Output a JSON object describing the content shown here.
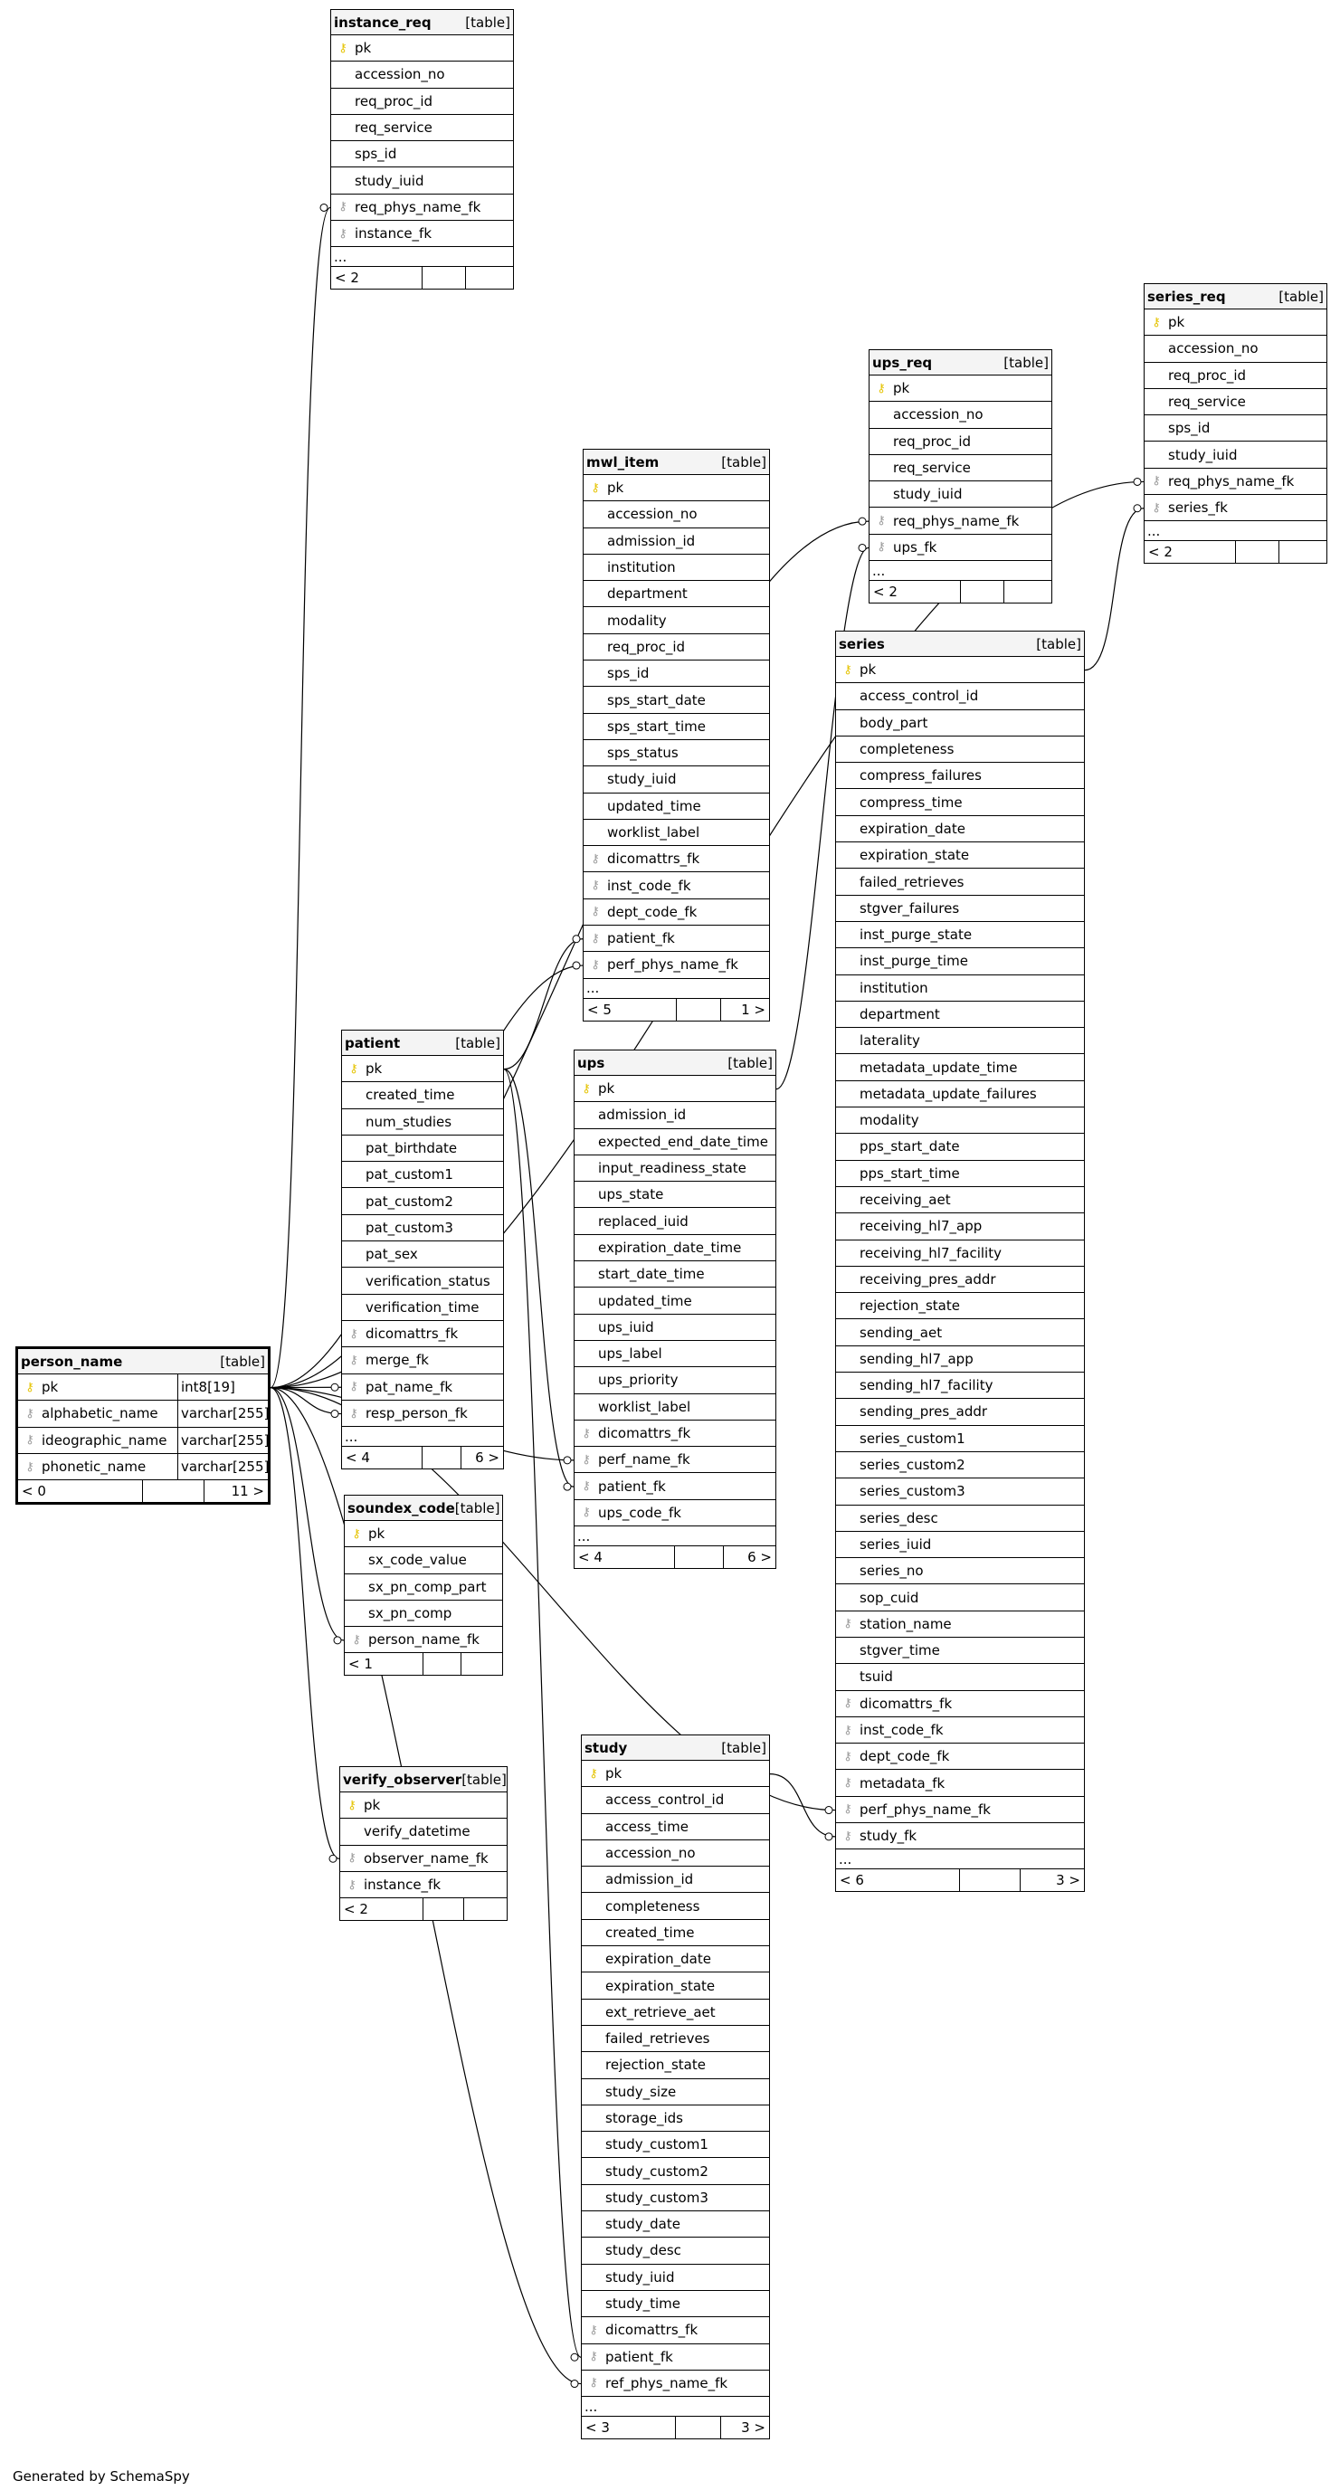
{
  "footer": "Generated by SchemaSpy",
  "type_label": "[table]",
  "icons": {
    "primary_key": "key-icon",
    "foreign_key": "foreign-key-icon"
  },
  "colors": {
    "key": "#e5c300",
    "foreign_key": "#9a9a9a",
    "header_bg": "#f4f4f4"
  },
  "tables": [
    {
      "id": "instance_req",
      "name": "instance_req",
      "rows": [
        [
          "pk",
          "pk"
        ],
        [
          "accession_no",
          ""
        ],
        [
          "req_proc_id",
          ""
        ],
        [
          "req_service",
          ""
        ],
        [
          "sps_id",
          ""
        ],
        [
          "study_iuid",
          ""
        ],
        [
          "req_phys_name_fk",
          "fk"
        ],
        [
          "instance_fk",
          "fk"
        ]
      ],
      "ellipsis": "...",
      "foot": [
        "< 2",
        "",
        ""
      ]
    },
    {
      "id": "series_req",
      "name": "series_req",
      "rows": [
        [
          "pk",
          "pk"
        ],
        [
          "accession_no",
          ""
        ],
        [
          "req_proc_id",
          ""
        ],
        [
          "req_service",
          ""
        ],
        [
          "sps_id",
          ""
        ],
        [
          "study_iuid",
          ""
        ],
        [
          "req_phys_name_fk",
          "fk"
        ],
        [
          "series_fk",
          "fk"
        ]
      ],
      "ellipsis": "...",
      "foot": [
        "< 2",
        "",
        ""
      ]
    },
    {
      "id": "ups_req",
      "name": "ups_req",
      "rows": [
        [
          "pk",
          "pk"
        ],
        [
          "accession_no",
          ""
        ],
        [
          "req_proc_id",
          ""
        ],
        [
          "req_service",
          ""
        ],
        [
          "study_iuid",
          ""
        ],
        [
          "req_phys_name_fk",
          "fk"
        ],
        [
          "ups_fk",
          "fk"
        ]
      ],
      "ellipsis": "...",
      "foot": [
        "< 2",
        "",
        ""
      ]
    },
    {
      "id": "mwl_item",
      "name": "mwl_item",
      "rows": [
        [
          "pk",
          "pk"
        ],
        [
          "accession_no",
          ""
        ],
        [
          "admission_id",
          ""
        ],
        [
          "institution",
          ""
        ],
        [
          "department",
          ""
        ],
        [
          "modality",
          ""
        ],
        [
          "req_proc_id",
          ""
        ],
        [
          "sps_id",
          ""
        ],
        [
          "sps_start_date",
          ""
        ],
        [
          "sps_start_time",
          ""
        ],
        [
          "sps_status",
          ""
        ],
        [
          "study_iuid",
          ""
        ],
        [
          "updated_time",
          ""
        ],
        [
          "worklist_label",
          ""
        ],
        [
          "dicomattrs_fk",
          "fk"
        ],
        [
          "inst_code_fk",
          "fk"
        ],
        [
          "dept_code_fk",
          "fk"
        ],
        [
          "patient_fk",
          "fk"
        ],
        [
          "perf_phys_name_fk",
          "fk"
        ]
      ],
      "ellipsis": "...",
      "foot": [
        "< 5",
        "",
        "1 >"
      ]
    },
    {
      "id": "series",
      "name": "series",
      "rows": [
        [
          "pk",
          "pk"
        ],
        [
          "access_control_id",
          ""
        ],
        [
          "body_part",
          ""
        ],
        [
          "completeness",
          ""
        ],
        [
          "compress_failures",
          ""
        ],
        [
          "compress_time",
          ""
        ],
        [
          "expiration_date",
          ""
        ],
        [
          "expiration_state",
          ""
        ],
        [
          "failed_retrieves",
          ""
        ],
        [
          "stgver_failures",
          ""
        ],
        [
          "inst_purge_state",
          ""
        ],
        [
          "inst_purge_time",
          ""
        ],
        [
          "institution",
          ""
        ],
        [
          "department",
          ""
        ],
        [
          "laterality",
          ""
        ],
        [
          "metadata_update_time",
          ""
        ],
        [
          "metadata_update_failures",
          ""
        ],
        [
          "modality",
          ""
        ],
        [
          "pps_start_date",
          ""
        ],
        [
          "pps_start_time",
          ""
        ],
        [
          "receiving_aet",
          ""
        ],
        [
          "receiving_hl7_app",
          ""
        ],
        [
          "receiving_hl7_facility",
          ""
        ],
        [
          "receiving_pres_addr",
          ""
        ],
        [
          "rejection_state",
          ""
        ],
        [
          "sending_aet",
          ""
        ],
        [
          "sending_hl7_app",
          ""
        ],
        [
          "sending_hl7_facility",
          ""
        ],
        [
          "sending_pres_addr",
          ""
        ],
        [
          "series_custom1",
          ""
        ],
        [
          "series_custom2",
          ""
        ],
        [
          "series_custom3",
          ""
        ],
        [
          "series_desc",
          ""
        ],
        [
          "series_iuid",
          ""
        ],
        [
          "series_no",
          ""
        ],
        [
          "sop_cuid",
          ""
        ],
        [
          "station_name",
          "fk"
        ],
        [
          "stgver_time",
          ""
        ],
        [
          "tsuid",
          ""
        ],
        [
          "dicomattrs_fk",
          "fk"
        ],
        [
          "inst_code_fk",
          "fk"
        ],
        [
          "dept_code_fk",
          "fk"
        ],
        [
          "metadata_fk",
          "fk"
        ],
        [
          "perf_phys_name_fk",
          "fk"
        ],
        [
          "study_fk",
          "fk"
        ]
      ],
      "ellipsis": "...",
      "foot": [
        "< 6",
        "",
        "3 >"
      ]
    },
    {
      "id": "patient",
      "name": "patient",
      "rows": [
        [
          "pk",
          "pk"
        ],
        [
          "created_time",
          ""
        ],
        [
          "num_studies",
          ""
        ],
        [
          "pat_birthdate",
          ""
        ],
        [
          "pat_custom1",
          ""
        ],
        [
          "pat_custom2",
          ""
        ],
        [
          "pat_custom3",
          ""
        ],
        [
          "pat_sex",
          ""
        ],
        [
          "verification_status",
          ""
        ],
        [
          "verification_time",
          ""
        ],
        [
          "dicomattrs_fk",
          "fk"
        ],
        [
          "merge_fk",
          "fk"
        ],
        [
          "pat_name_fk",
          "fk"
        ],
        [
          "resp_person_fk",
          "fk"
        ]
      ],
      "ellipsis": "...",
      "foot": [
        "< 4",
        "",
        "6 >"
      ]
    },
    {
      "id": "ups",
      "name": "ups",
      "rows": [
        [
          "pk",
          "pk"
        ],
        [
          "admission_id",
          ""
        ],
        [
          "expected_end_date_time",
          ""
        ],
        [
          "input_readiness_state",
          ""
        ],
        [
          "ups_state",
          ""
        ],
        [
          "replaced_iuid",
          ""
        ],
        [
          "expiration_date_time",
          ""
        ],
        [
          "start_date_time",
          ""
        ],
        [
          "updated_time",
          ""
        ],
        [
          "ups_iuid",
          ""
        ],
        [
          "ups_label",
          ""
        ],
        [
          "ups_priority",
          ""
        ],
        [
          "worklist_label",
          ""
        ],
        [
          "dicomattrs_fk",
          "fk"
        ],
        [
          "perf_name_fk",
          "fk"
        ],
        [
          "patient_fk",
          "fk"
        ],
        [
          "ups_code_fk",
          "fk"
        ]
      ],
      "ellipsis": "...",
      "foot": [
        "< 4",
        "",
        "6 >"
      ]
    },
    {
      "id": "person_name",
      "name": "person_name",
      "rows": [
        [
          "pk",
          "pk",
          "int8[19]"
        ],
        [
          "alphabetic_name",
          "fk",
          "varchar[255]"
        ],
        [
          "ideographic_name",
          "fk",
          "varchar[255]"
        ],
        [
          "phonetic_name",
          "fk",
          "varchar[255]"
        ]
      ],
      "ellipsis": "",
      "foot": [
        "< 0",
        "",
        "11 >"
      ]
    },
    {
      "id": "soundex_code",
      "name": "soundex_code",
      "rows": [
        [
          "pk",
          "pk"
        ],
        [
          "sx_code_value",
          ""
        ],
        [
          "sx_pn_comp_part",
          ""
        ],
        [
          "sx_pn_comp",
          ""
        ],
        [
          "person_name_fk",
          "fk"
        ]
      ],
      "ellipsis": "",
      "foot": [
        "< 1",
        "",
        ""
      ]
    },
    {
      "id": "verify_observer",
      "name": "verify_observer",
      "rows": [
        [
          "pk",
          "pk"
        ],
        [
          "verify_datetime",
          ""
        ],
        [
          "observer_name_fk",
          "fk"
        ],
        [
          "instance_fk",
          "fk"
        ]
      ],
      "ellipsis": "",
      "foot": [
        "< 2",
        "",
        ""
      ]
    },
    {
      "id": "study",
      "name": "study",
      "rows": [
        [
          "pk",
          "pk"
        ],
        [
          "access_control_id",
          ""
        ],
        [
          "access_time",
          ""
        ],
        [
          "accession_no",
          ""
        ],
        [
          "admission_id",
          ""
        ],
        [
          "completeness",
          ""
        ],
        [
          "created_time",
          ""
        ],
        [
          "expiration_date",
          ""
        ],
        [
          "expiration_state",
          ""
        ],
        [
          "ext_retrieve_aet",
          ""
        ],
        [
          "failed_retrieves",
          ""
        ],
        [
          "rejection_state",
          ""
        ],
        [
          "study_size",
          ""
        ],
        [
          "storage_ids",
          ""
        ],
        [
          "study_custom1",
          ""
        ],
        [
          "study_custom2",
          ""
        ],
        [
          "study_custom3",
          ""
        ],
        [
          "study_date",
          ""
        ],
        [
          "study_desc",
          ""
        ],
        [
          "study_iuid",
          ""
        ],
        [
          "study_time",
          ""
        ],
        [
          "dicomattrs_fk",
          "fk"
        ],
        [
          "patient_fk",
          "fk"
        ],
        [
          "ref_phys_name_fk",
          "fk"
        ]
      ],
      "ellipsis": "...",
      "foot": [
        "< 3",
        "",
        "3 >"
      ]
    }
  ],
  "relationships": [
    {
      "from": "instance_req.req_phys_name_fk",
      "to": "person_name.pk"
    },
    {
      "from": "series_req.req_phys_name_fk",
      "to": "person_name.pk"
    },
    {
      "from": "series_req.series_fk",
      "to": "series.pk"
    },
    {
      "from": "ups_req.req_phys_name_fk",
      "to": "person_name.pk"
    },
    {
      "from": "ups_req.ups_fk",
      "to": "ups.pk"
    },
    {
      "from": "mwl_item.patient_fk",
      "to": "patient.pk"
    },
    {
      "from": "mwl_item.perf_phys_name_fk",
      "to": "person_name.pk"
    },
    {
      "from": "patient.pat_name_fk",
      "to": "person_name.pk"
    },
    {
      "from": "patient.resp_person_fk",
      "to": "person_name.pk"
    },
    {
      "from": "ups.perf_name_fk",
      "to": "person_name.pk"
    },
    {
      "from": "ups.patient_fk",
      "to": "patient.pk"
    },
    {
      "from": "soundex_code.person_name_fk",
      "to": "person_name.pk"
    },
    {
      "from": "verify_observer.observer_name_fk",
      "to": "person_name.pk"
    },
    {
      "from": "series.perf_phys_name_fk",
      "to": "person_name.pk"
    },
    {
      "from": "series.study_fk",
      "to": "study.pk"
    },
    {
      "from": "study.patient_fk",
      "to": "patient.pk"
    },
    {
      "from": "study.ref_phys_name_fk",
      "to": "person_name.pk"
    }
  ]
}
